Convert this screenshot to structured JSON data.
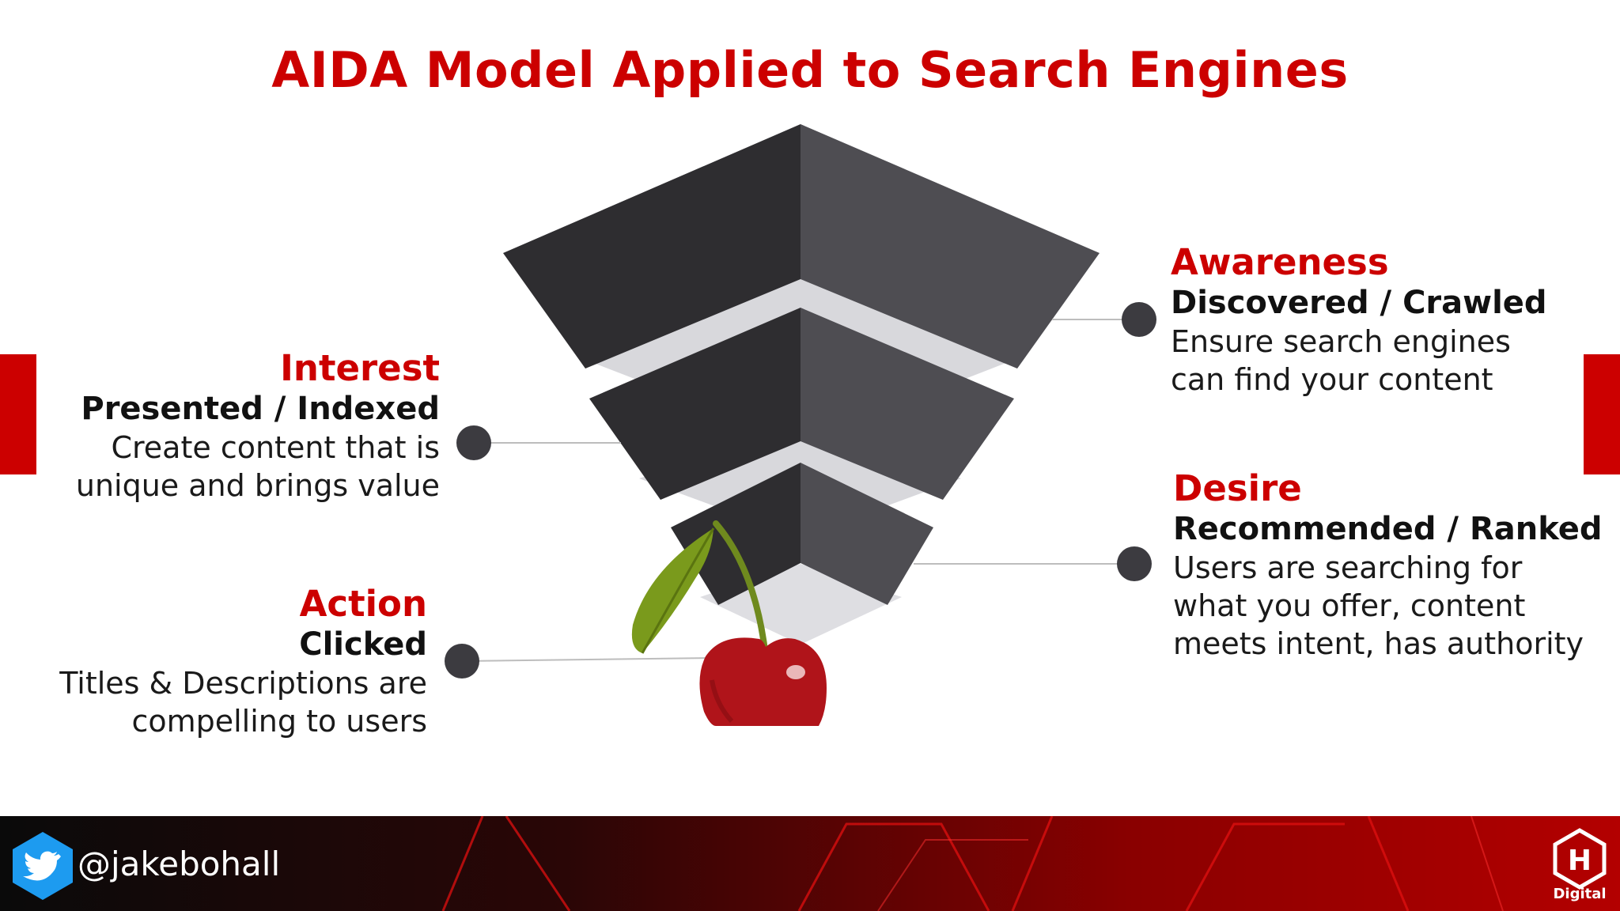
{
  "title": "AIDA Model Applied to Search Engines",
  "stages": {
    "awareness": {
      "heading": "Awareness",
      "subheading": "Discovered / Crawled",
      "desc_line1": "Ensure search engines",
      "desc_line2": "can find your content"
    },
    "interest": {
      "heading": "Interest",
      "subheading": "Presented / Indexed",
      "desc_line1": "Create content that is",
      "desc_line2": "unique and brings value"
    },
    "desire": {
      "heading": "Desire",
      "subheading": "Recommended / Ranked",
      "desc_line1": "Users are searching for",
      "desc_line2": "what you offer, content",
      "desc_line3": "meets intent, has authority"
    },
    "action": {
      "heading": "Action",
      "subheading": "Clicked",
      "desc_line1": "Titles & Descriptions are",
      "desc_line2": "compelling to users"
    }
  },
  "footer": {
    "handle": "@jakebohall",
    "logo_letter": "H",
    "logo_text": "Digital",
    "twitter_icon": "twitter-bird-icon"
  },
  "colors": {
    "accent": "#cc0000",
    "funnel_dark": "#2e2d30",
    "funnel_light": "#4e4d52",
    "dot": "#3c3b40"
  }
}
